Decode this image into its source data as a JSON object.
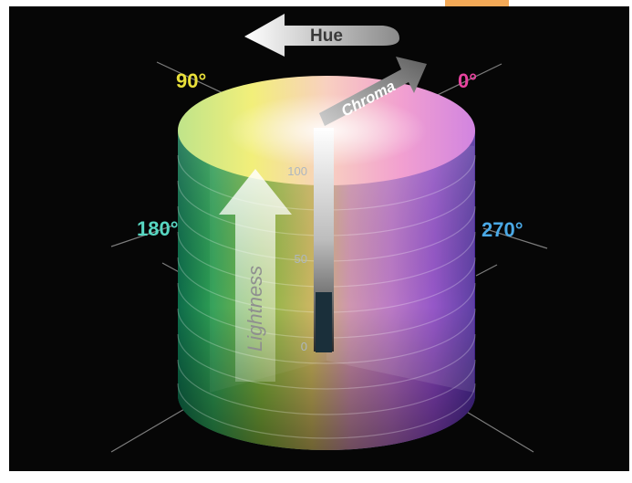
{
  "labels": {
    "hue": "Hue",
    "chroma": "Chroma",
    "lightness": "Lightness",
    "deg_0": "0°",
    "deg_90": "90°",
    "deg_180": "180°",
    "deg_270": "270°",
    "tick_100": "100",
    "tick_50": "50",
    "tick_0": "0"
  },
  "colors": {
    "background": "#060606",
    "deg_90": "#e9e03a",
    "deg_0": "#e7439f",
    "deg_180": "#57d7c2",
    "deg_270": "#4aa9e6",
    "top_banner": "#f19a3a"
  }
}
